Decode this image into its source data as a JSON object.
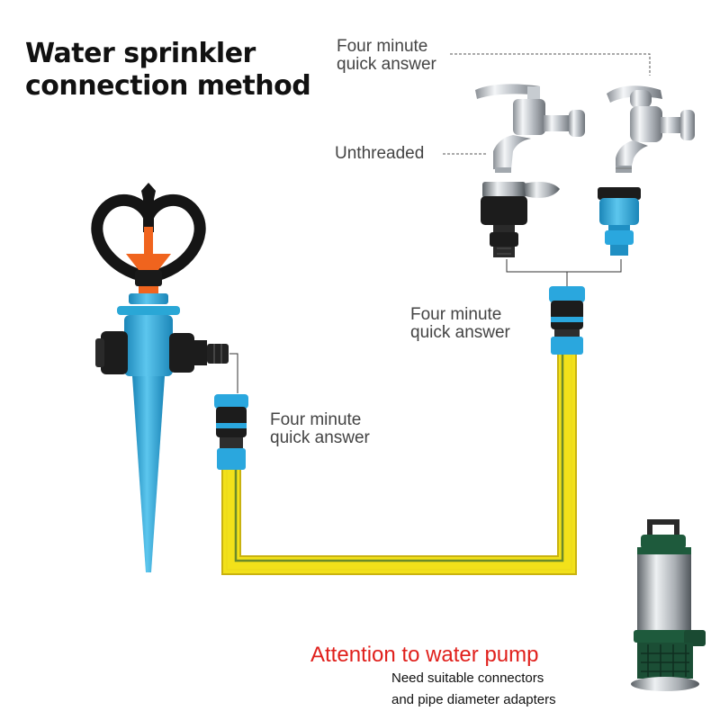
{
  "title": {
    "line1": "Water sprinkler",
    "line2": "connection method"
  },
  "labels": {
    "top_quick": {
      "line1": "Four minute",
      "line2": "quick answer"
    },
    "unthreaded": "Unthreaded",
    "mid_quick": {
      "line1": "Four minute",
      "line2": "quick answer"
    },
    "low_quick": {
      "line1": "Four minute",
      "line2": "quick answer"
    }
  },
  "attention": {
    "heading": "Attention to water pump",
    "note_line1": "Need suitable connectors",
    "note_line2": "and pipe diameter adapters"
  },
  "colors": {
    "hose_yellow": "#f2e11a",
    "connector_blue": "#29a8de",
    "connector_black": "#1c1c1c",
    "sprinkler_blue": "#2aa7d6",
    "sprinkler_orange": "#f0641e",
    "pump_green": "#1e5a3c",
    "attention_red": "#e0201c"
  },
  "icons": [
    "sprinkler-icon",
    "faucet-icon",
    "faucet-adapter-icon",
    "quick-connector-icon",
    "water-pump-icon"
  ]
}
